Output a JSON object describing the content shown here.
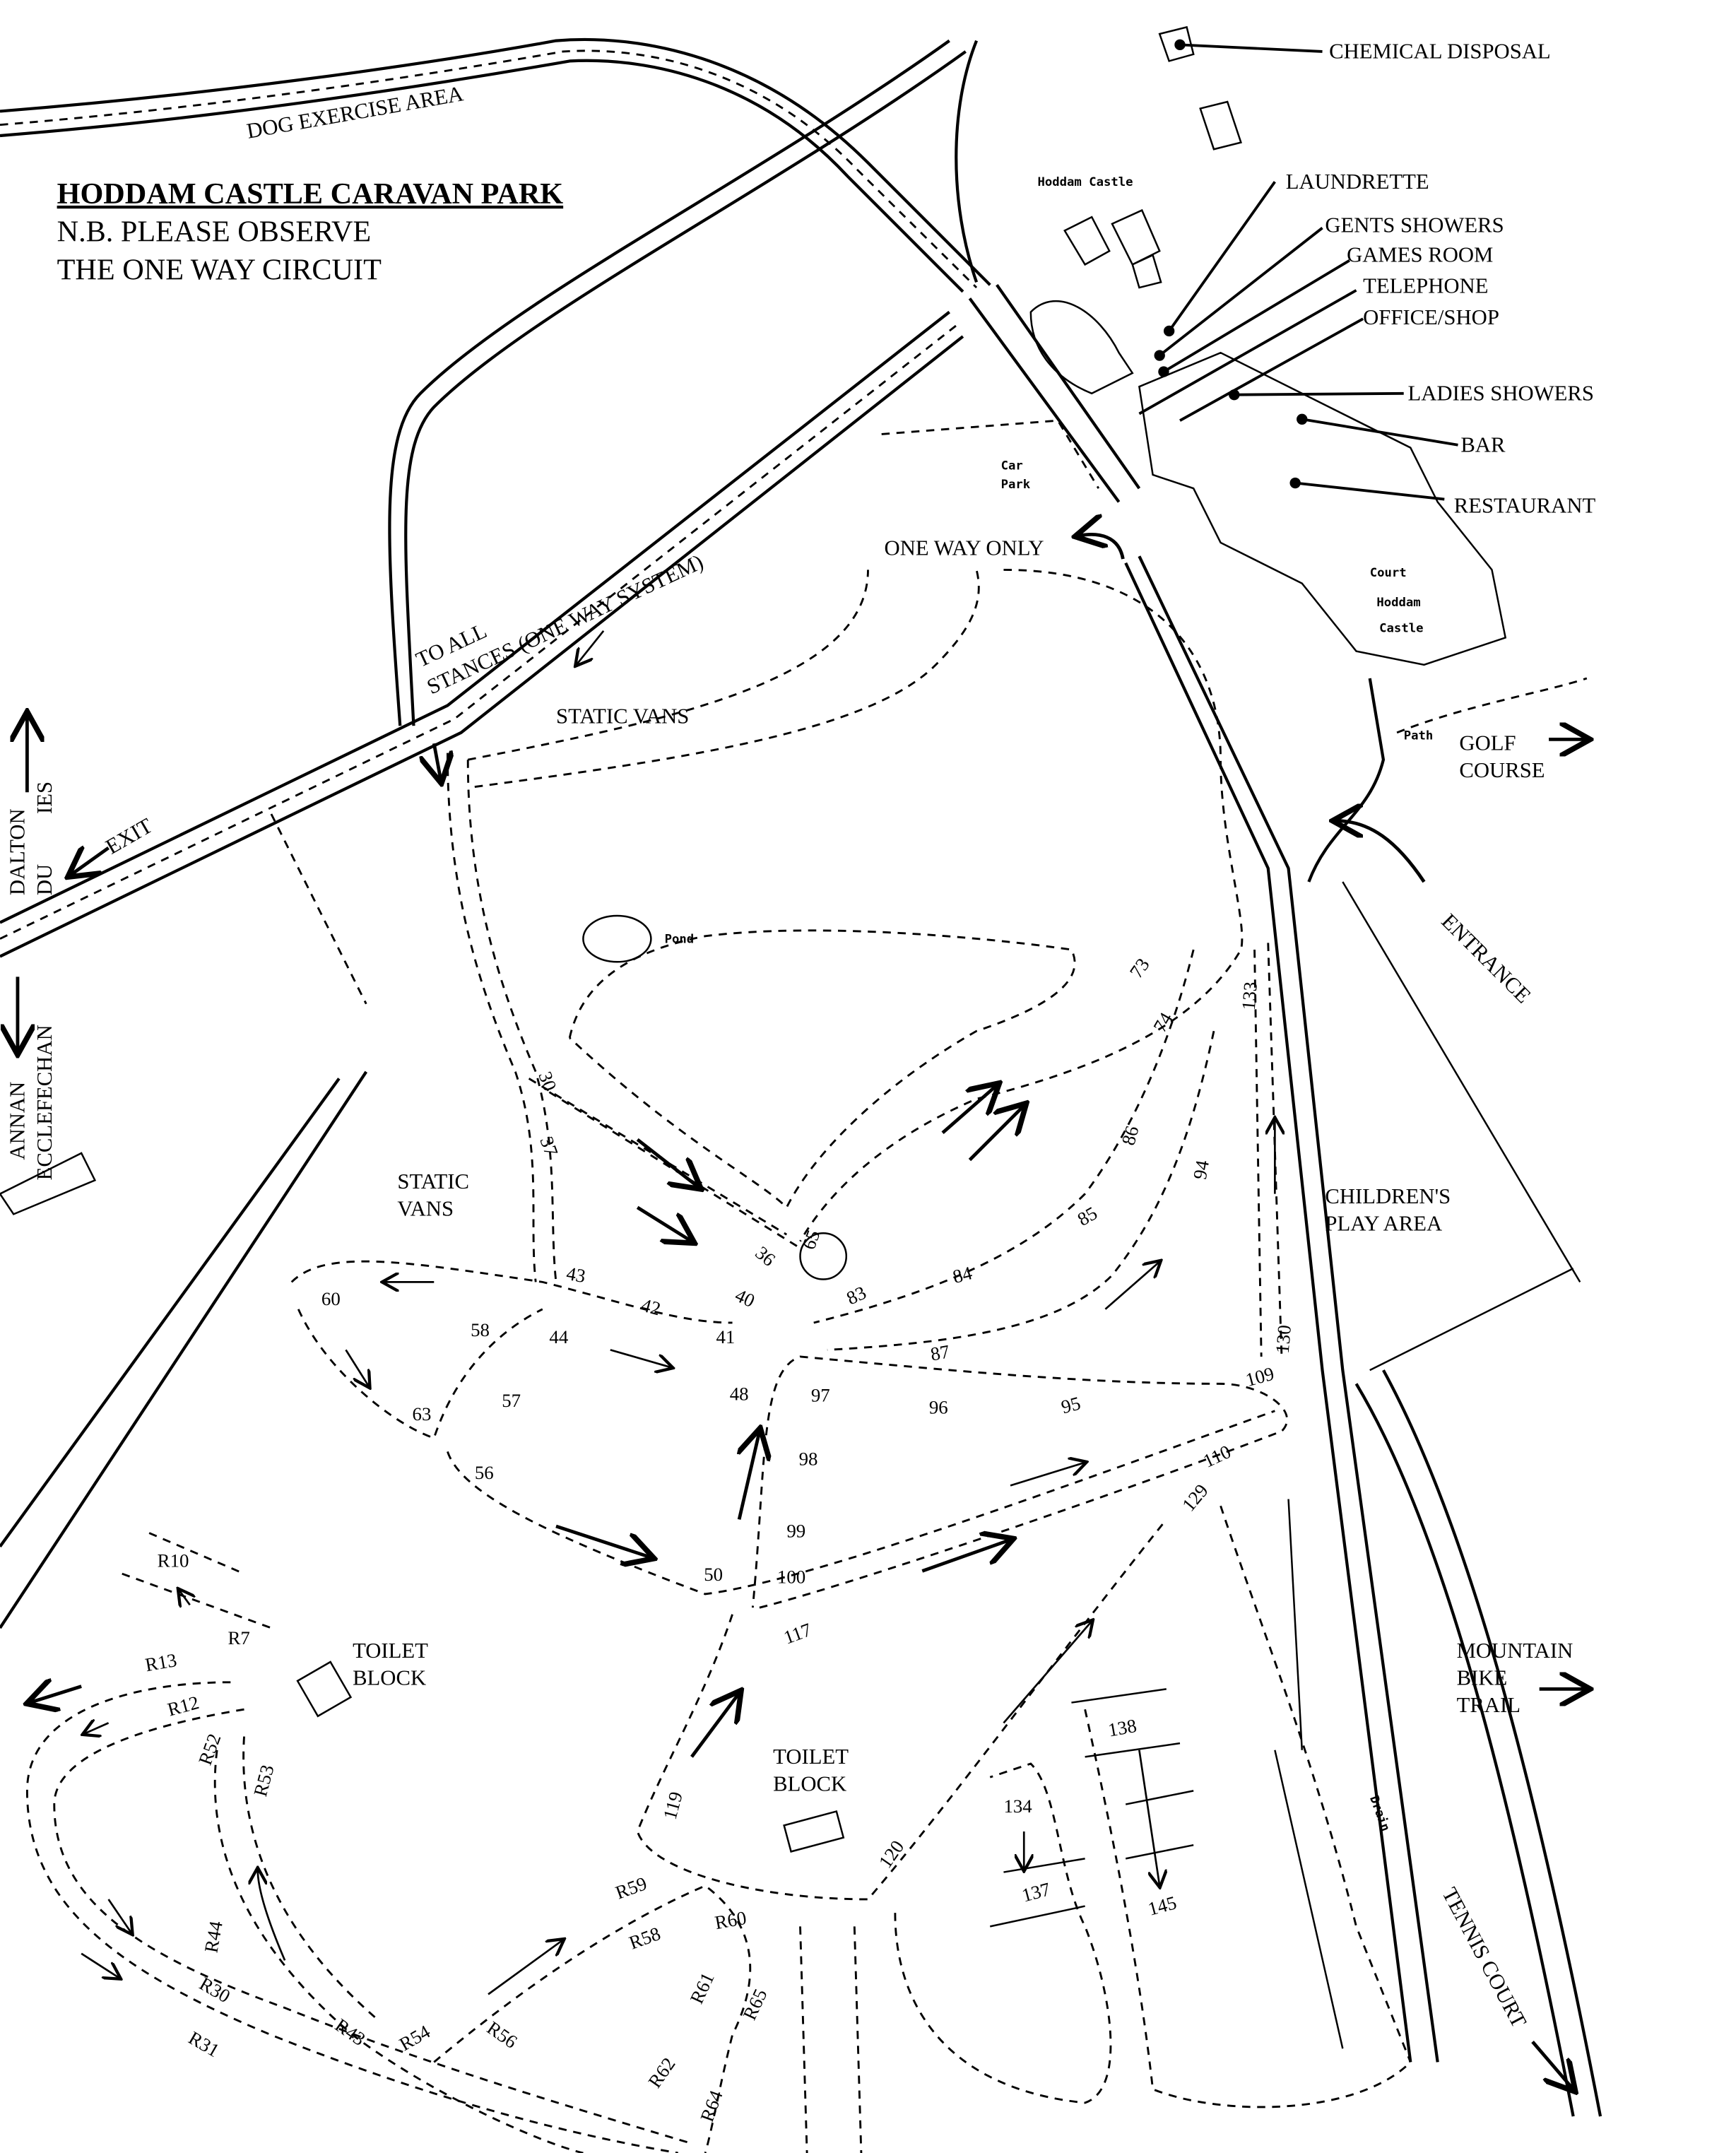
{
  "title": "HODDAM CASTLE CARAVAN PARK",
  "notice": [
    "N.B. PLEASE OBSERVE",
    "THE ONE WAY CIRCUIT"
  ],
  "areas": {
    "dog_exercise": "DOG EXERCISE AREA",
    "to_all_stances": [
      "TO ALL",
      "STANCES (ONE WAY SYSTEM)"
    ],
    "static_vans_north": "STATIC VANS",
    "static_vans_west": [
      "STATIC",
      "VANS"
    ],
    "pond": "Pond",
    "car_park": [
      "Car",
      "Park"
    ],
    "hoddam_castle_small": "Hoddam Castle",
    "court": [
      "Court",
      "Hoddam",
      "Castle"
    ],
    "one_way_only": "ONE WAY ONLY",
    "childrens_play": [
      "CHILDREN'S",
      "PLAY AREA"
    ],
    "toilet_block_west": [
      "TOILET",
      "BLOCK"
    ],
    "toilet_block_central": [
      "TOILET",
      "BLOCK"
    ],
    "drain": "Drain",
    "tennis_court": "TENNIS COURT",
    "path": "Path"
  },
  "directions": {
    "exit": "EXIT",
    "dalton": "DALTON",
    "dumfries_partial": [
      "DU",
      "IES"
    ],
    "annan": "ANNAN",
    "ecclefechan": "ECCLEFECHAN",
    "golf_course": [
      "GOLF",
      "COURSE"
    ],
    "entrance": "ENTRANCE",
    "mountain_bike": [
      "MOUNTAIN",
      "BIKE",
      "TRAIL"
    ]
  },
  "facilities": [
    "CHEMICAL DISPOSAL",
    "LAUNDRETTE",
    "GENTS SHOWERS",
    "GAMES ROOM",
    "TELEPHONE",
    "OFFICE/SHOP",
    "LADIES SHOWERS",
    "BAR",
    "RESTAURANT"
  ],
  "stances": [
    "30",
    "37",
    "36",
    "65",
    "40",
    "41",
    "42",
    "43",
    "44",
    "48",
    "58",
    "60",
    "63",
    "57",
    "56",
    "50",
    "97",
    "98",
    "99",
    "100",
    "117",
    "119",
    "120",
    "83",
    "84",
    "87",
    "96",
    "95",
    "85",
    "86",
    "74",
    "73",
    "94",
    "133",
    "130",
    "109",
    "110",
    "129",
    "138",
    "134",
    "137",
    "145"
  ],
  "r_stances": [
    "R10",
    "R7",
    "R13",
    "R12",
    "R52",
    "R53",
    "R44",
    "R30",
    "R31",
    "R43",
    "R54",
    "R56",
    "R59",
    "R58",
    "R60",
    "R61",
    "R65",
    "R62",
    "R64"
  ]
}
